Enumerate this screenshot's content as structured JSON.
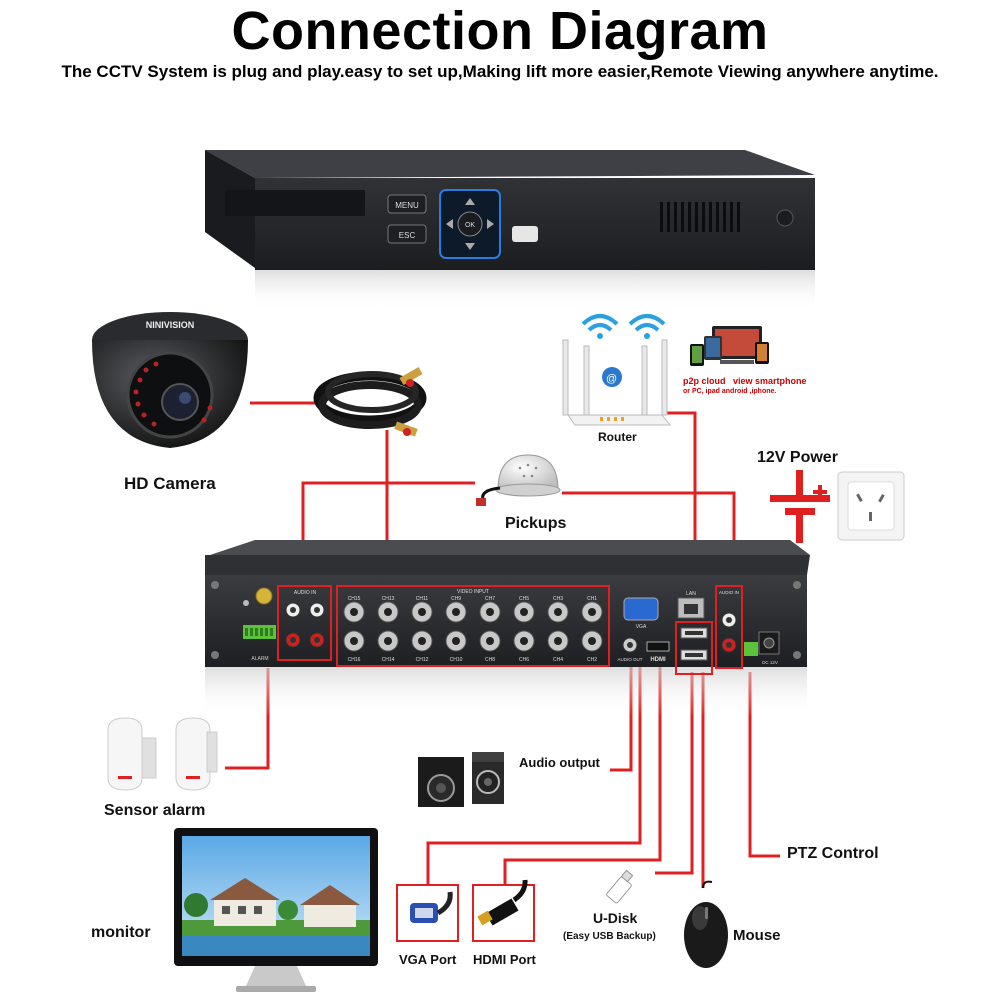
{
  "title": "Connection Diagram",
  "subtitle": "The CCTV System is plug and play.easy to set up,Making lift more easier,Remote Viewing anywhere anytime.",
  "brand": "NINIVISION",
  "dvr_front": {
    "menu": "MENU",
    "esc": "ESC",
    "ok": "OK"
  },
  "labels": {
    "hd_camera": "HD Camera",
    "pickups": "Pickups",
    "router": "Router",
    "power": "12V Power",
    "sensor_alarm": "Sensor alarm",
    "audio_output": "Audio output",
    "ptz_control": "PTZ Control",
    "monitor": "monitor",
    "vga_port": "VGA Port",
    "hdmi_port": "HDMI Port",
    "udisk": "U-Disk",
    "udisk_sub": "(Easy USB Backup)",
    "mouse": "Mouse"
  },
  "remote": {
    "line1a": "p2p cloud",
    "line1b": "view smartphone",
    "line2": "or PC, ipad android ,iphone."
  },
  "rear_panel": {
    "audio_in": "AUDIO IN",
    "video_input": "VIDEO INPUT",
    "audio_in_right": "AUDIO IN",
    "alarm": "ALARM",
    "vga": "VGA",
    "lan": "LAN",
    "hdmi": "HDMI",
    "audio_out": "AUDIO OUT",
    "dc": "DC 12V",
    "ch_top": [
      "CH15",
      "CH13",
      "CH11",
      "CH9",
      "CH7",
      "CH5",
      "CH3",
      "CH1"
    ],
    "ch_bottom": [
      "CH16",
      "CH14",
      "CH12",
      "CH10",
      "CH8",
      "CH6",
      "CH4",
      "CH2"
    ]
  },
  "colors": {
    "wire": "#e02020",
    "dvr": "#2b2d31"
  }
}
